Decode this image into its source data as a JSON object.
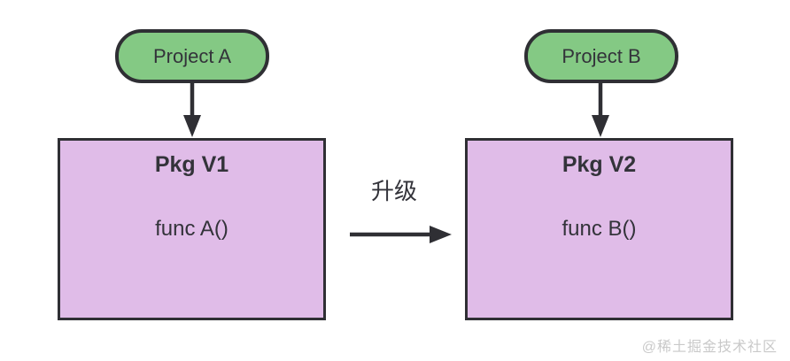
{
  "diagram": {
    "nodes": {
      "project_a": {
        "label": "Project A"
      },
      "project_b": {
        "label": "Project B"
      },
      "pkg_v1": {
        "title": "Pkg V1",
        "body": "func A()"
      },
      "pkg_v2": {
        "title": "Pkg V2",
        "body": "func B()"
      }
    },
    "edges": {
      "project_a_to_pkg_v1": "arrow-down",
      "project_b_to_pkg_v2": "arrow-down",
      "upgrade": {
        "label": "升级",
        "direction": "arrow-right"
      }
    },
    "watermark": "@稀土掘金技术社区",
    "colors": {
      "node_green": "#84c984",
      "node_purple": "#e0bce8",
      "stroke": "#2f2f34",
      "text": "#33333a",
      "watermark": "#c9c9c9",
      "bg": "#ffffff"
    }
  }
}
